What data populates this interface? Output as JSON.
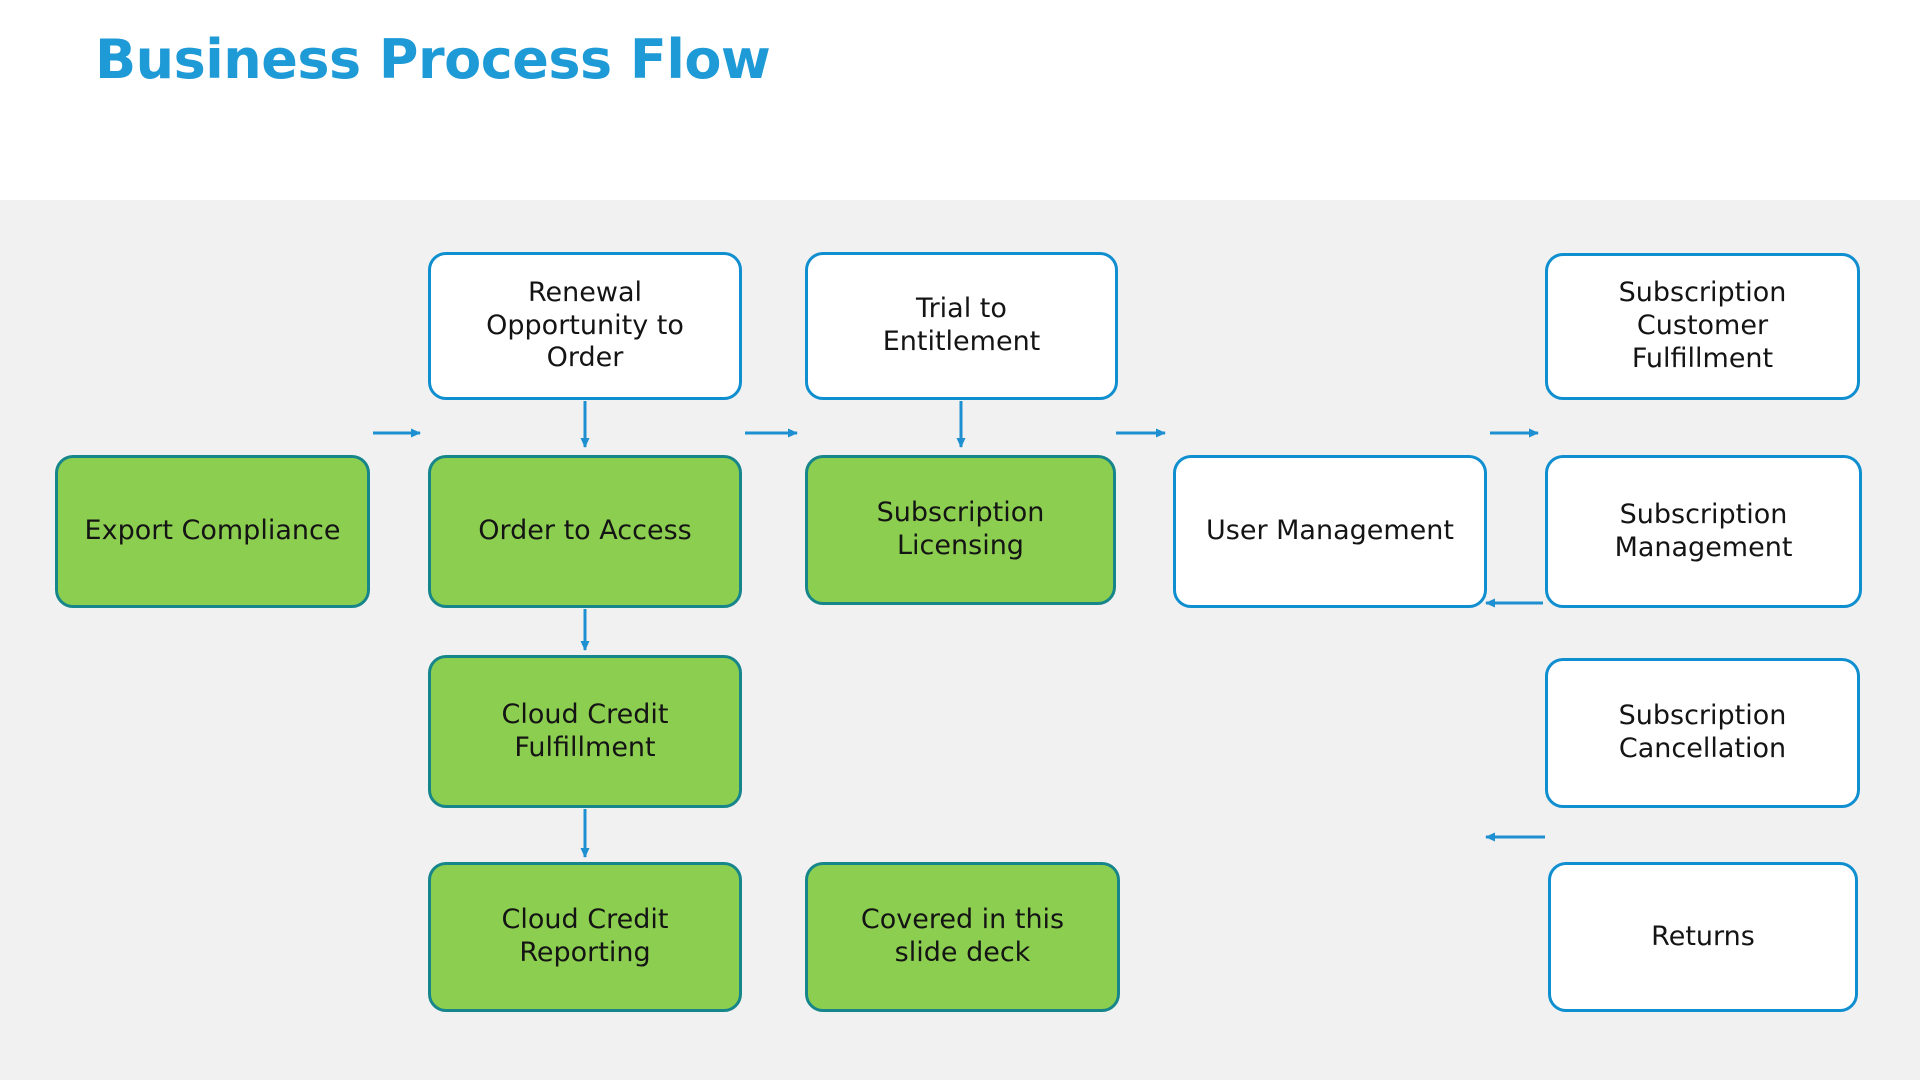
{
  "header": {
    "title": "Business Process Flow",
    "title_color": "#1E9AD6",
    "background": "#FFFFFF"
  },
  "canvas": {
    "background": "#F1F1F1"
  },
  "theme": {
    "green_fill": "#8CCE50",
    "green_border": "#17868B",
    "white_fill": "#FFFFFF",
    "blue_border": "#0F8FD0",
    "arrow_color": "#1E8FD0",
    "text_color": "#141414"
  },
  "legend": {
    "covered_note": "Covered in this\nslide deck"
  },
  "nodes": [
    {
      "id": "export-compliance",
      "label": "Export Compliance",
      "style": "green"
    },
    {
      "id": "renewal-opportunity-to-order",
      "label": "Renewal\nOpportunity to\nOrder",
      "style": "white"
    },
    {
      "id": "order-to-access",
      "label": "Order to Access",
      "style": "green"
    },
    {
      "id": "cloud-credit-fulfillment",
      "label": "Cloud Credit\nFulfillment",
      "style": "green"
    },
    {
      "id": "cloud-credit-reporting",
      "label": "Cloud Credit\nReporting",
      "style": "green"
    },
    {
      "id": "trial-to-entitlement",
      "label": "Trial to\nEntitlement",
      "style": "white"
    },
    {
      "id": "subscription-licensing",
      "label": "Subscription\nLicensing",
      "style": "green"
    },
    {
      "id": "covered-in-this-slide-deck",
      "label": "Covered in this\nslide deck",
      "style": "green"
    },
    {
      "id": "user-management",
      "label": "User Management",
      "style": "white"
    },
    {
      "id": "subscription-customer-fulfillment",
      "label": "Subscription\nCustomer\nFulfillment",
      "style": "white"
    },
    {
      "id": "subscription-management",
      "label": "Subscription\nManagement",
      "style": "white"
    },
    {
      "id": "subscription-cancellation",
      "label": "Subscription\nCancellation",
      "style": "white"
    },
    {
      "id": "returns",
      "label": "Returns",
      "style": "white"
    }
  ],
  "edges": [
    {
      "from": "export-compliance",
      "to": "order-to-access",
      "direction": "right"
    },
    {
      "from": "renewal-opportunity-to-order",
      "to": "order-to-access",
      "direction": "down"
    },
    {
      "from": "order-to-access",
      "to": "subscription-licensing",
      "direction": "right"
    },
    {
      "from": "order-to-access",
      "to": "cloud-credit-fulfillment",
      "direction": "down"
    },
    {
      "from": "cloud-credit-fulfillment",
      "to": "cloud-credit-reporting",
      "direction": "down"
    },
    {
      "from": "trial-to-entitlement",
      "to": "subscription-licensing",
      "direction": "down"
    },
    {
      "from": "subscription-licensing",
      "to": "user-management",
      "direction": "right"
    },
    {
      "from": "user-management",
      "to": "subscription-management",
      "direction": "right"
    },
    {
      "from": "subscription-cancellation",
      "to": "",
      "direction": "left"
    },
    {
      "from": "returns",
      "to": "",
      "direction": "left"
    }
  ]
}
